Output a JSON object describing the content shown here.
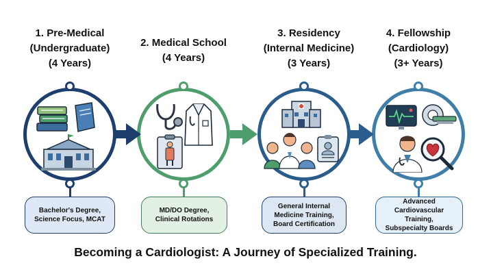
{
  "title": "Becoming a Cardiologist: A Journey of Specialized Training.",
  "colors": {
    "stage1": "#1e3f6e",
    "stage2": "#4e9e6d",
    "stage3": "#2b5d8c",
    "stage4": "#3f7ea8",
    "box1": "#dfe8f6",
    "box2": "#e3f1e5",
    "box3": "#dde7f3",
    "box4": "#e6f0f8"
  },
  "stages": [
    {
      "heading_lines": [
        "1. Pre-Medical",
        "(Undergraduate)",
        "(4 Years)"
      ],
      "description_lines": [
        "Bachelor's Degree,",
        "Science Focus, MCAT"
      ],
      "icons": [
        "books-icon",
        "book-icon",
        "university-building-icon"
      ]
    },
    {
      "heading_lines": [
        "2. Medical School",
        "(4 Years)"
      ],
      "description_lines": [
        "MD/DO Degree,",
        "Clinical Rotations"
      ],
      "icons": [
        "stethoscope-icon",
        "lab-coat-icon",
        "anatomy-clipboard-icon"
      ]
    },
    {
      "heading_lines": [
        "3. Residency",
        "(Internal Medicine)",
        "(3 Years)"
      ],
      "description_lines": [
        "General Internal",
        "Medicine Training,",
        "Board Certification"
      ],
      "icons": [
        "hospital-icon",
        "doctor-team-icon",
        "id-badge-icon"
      ]
    },
    {
      "heading_lines": [
        "4. Fellowship",
        "(Cardiology)",
        "(3+ Years)"
      ],
      "description_lines": [
        "Advanced Cardiovascular",
        "Training,",
        "Subspecialty Boards"
      ],
      "icons": [
        "ecg-monitor-icon",
        "mri-scanner-icon",
        "cardiologist-icon",
        "heart-magnifier-icon"
      ]
    }
  ]
}
